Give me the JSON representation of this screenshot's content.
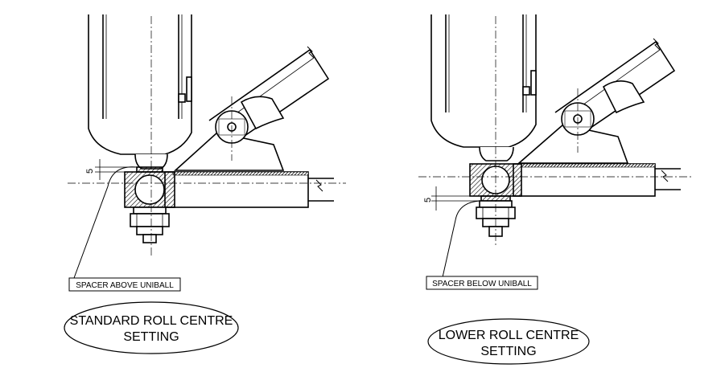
{
  "diagrams": [
    {
      "id": "standard",
      "callout_label": "SPACER ABOVE UNIBALL",
      "title_lines": [
        "STANDARD ROLL CENTRE",
        "SETTING"
      ],
      "dimension": "5"
    },
    {
      "id": "lower",
      "callout_label": "SPACER BELOW UNIBALL",
      "title_lines": [
        "LOWER ROLL CENTRE",
        "SETTING"
      ],
      "dimension": "5"
    }
  ]
}
